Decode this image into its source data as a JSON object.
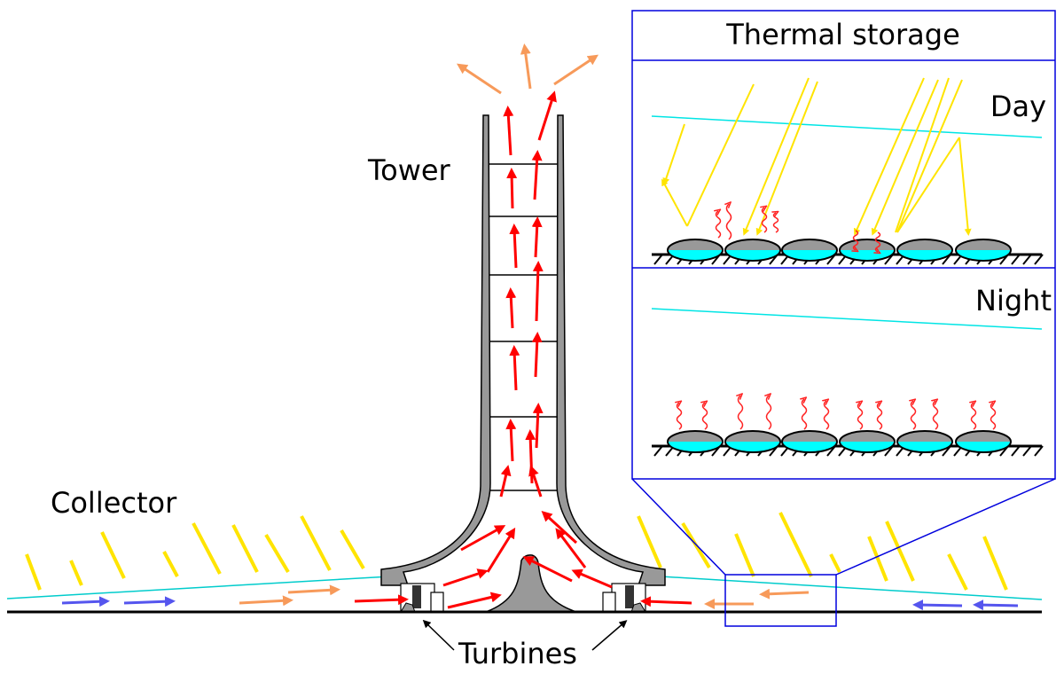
{
  "labels": {
    "tower": "Tower",
    "collector": "Collector",
    "turbines": "Turbines",
    "thermal_storage": "Thermal storage",
    "day": "Day",
    "night": "Night"
  },
  "colors": {
    "hot_air": "#ff0000",
    "warm_air": "#f79a5a",
    "cool_air": "#5555ee",
    "sunlight": "#ffe400",
    "collector_roof": "#00e5e5",
    "water": "#00ffff",
    "structure": "#999999",
    "inset_frame": "#0000dd"
  }
}
